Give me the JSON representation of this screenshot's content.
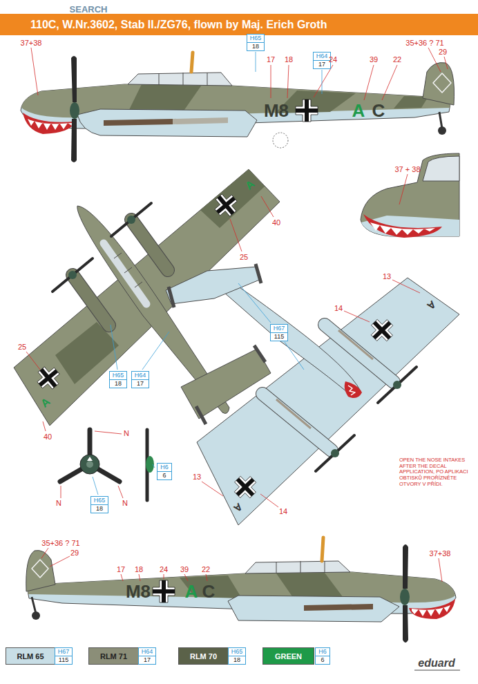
{
  "diagram": {
    "title": "110C, W.Nr.3602, Stab II./ZG76, flown by Maj. Erich Groth",
    "nodes": [
      {
        "text": [
          "H65",
          "18"
        ]
      },
      {
        "text": [
          "H64",
          "17"
        ]
      },
      {
        "text": [
          "H65",
          "18"
        ]
      },
      {
        "text": [
          "H64",
          "17"
        ]
      },
      {
        "text": [
          "H67",
          "115"
        ]
      },
      {
        "text": [
          "H65",
          "18"
        ]
      },
      {
        "text": [
          "H6",
          "6"
        ]
      },
      {
        "text": [
          "H67",
          "115"
        ]
      },
      {
        "text": [
          "H64",
          "17"
        ]
      },
      {
        "text": [
          "H65",
          "18"
        ]
      },
      {
        "text": [
          "H6",
          "6"
        ]
      }
    ],
    "labels": [
      "SEARCH",
      "37+38",
      "17",
      "18",
      "24",
      "39",
      "22",
      "35+36 ? 71",
      "29",
      "M8",
      "A",
      "C",
      "37 + 38",
      "A",
      "40",
      "25",
      "25",
      "A",
      "40",
      "13",
      "14",
      "A",
      "14",
      "13",
      "A",
      "OPEN THE NOSE INTAKES AFTER THE DECAL APPLICATION, PO APLIKACI OBTISKŮ PROŘÍZNĚTE OTVORY V PŘÍDI.",
      "N",
      "N",
      "N",
      "35+36 ? 71",
      "29",
      "17",
      "18",
      "24",
      "39",
      "22",
      "M8",
      "A",
      "C",
      "37+38",
      "eduard"
    ],
    "legend": [
      {
        "text": "RLM 65",
        "color": "#c8dee6"
      },
      {
        "text": "RLM 71",
        "color": "#8b8e78"
      },
      {
        "text": "RLM 70",
        "color": "#5b6249"
      },
      {
        "text": "GREEN",
        "color": "#1e9a48"
      }
    ]
  }
}
